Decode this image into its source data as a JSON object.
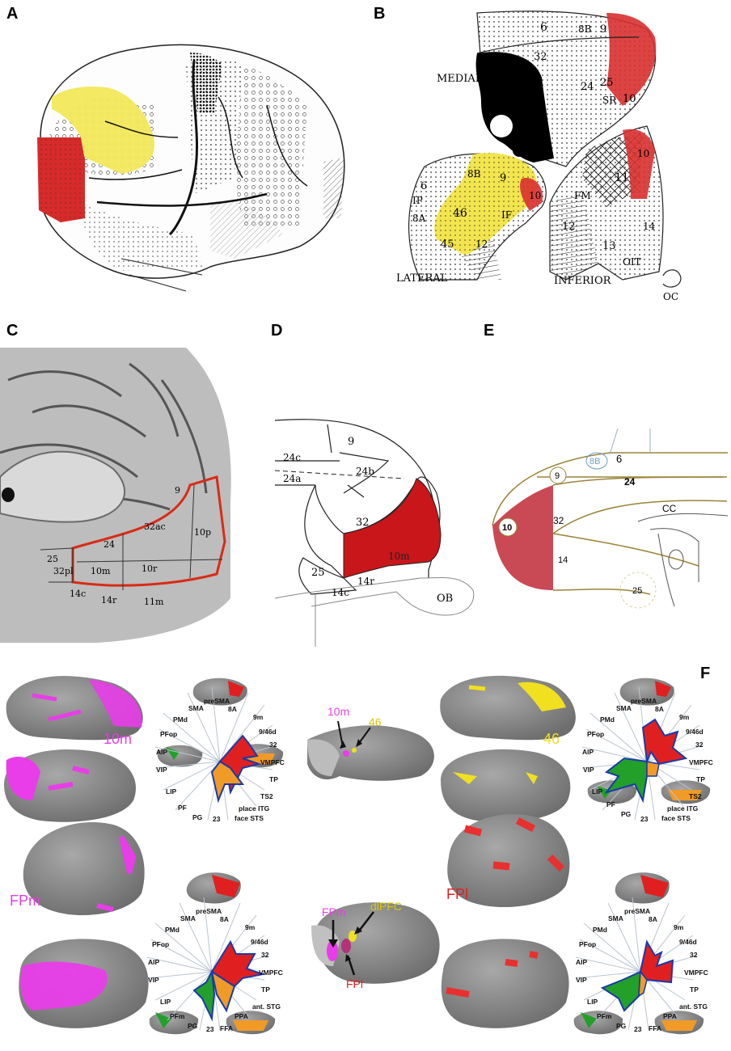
{
  "panels": {
    "A": "A",
    "B": "B",
    "C": "C",
    "D": "D",
    "E": "E",
    "F": "F"
  },
  "panelB": {
    "labels": [
      "6",
      "8B",
      "9",
      "32",
      "24",
      "25",
      "10",
      "SR",
      "MEDIAL",
      "6",
      "8B",
      "9",
      "10",
      "IP",
      "8A",
      "46",
      "IF",
      "45",
      "12",
      "LATERAL",
      "11",
      "FM",
      "12",
      "13",
      "14",
      "OIT",
      "10",
      "INFERIOR",
      "OC"
    ]
  },
  "panelC": {
    "labels": [
      "9",
      "32ac",
      "10p",
      "25",
      "24",
      "32pl",
      "10m",
      "10r",
      "14c",
      "14r",
      "11m"
    ]
  },
  "panelD": {
    "labels": [
      "9",
      "24c",
      "24b",
      "24a",
      "32",
      "10m",
      "25",
      "14r",
      "14c",
      "OB"
    ]
  },
  "panelE": {
    "labels": [
      "6",
      "8B",
      "9",
      "24",
      "CC",
      "32",
      "10",
      "14",
      "25"
    ]
  },
  "panelF": {
    "macaque_labels": {
      "m10": "10m",
      "a46": "46",
      "arrow_left": "10m",
      "arrow_right": "46"
    },
    "human_labels": {
      "fpm": "FPm",
      "fpl": "FPl",
      "arrow_fpm": "FPm",
      "arrow_dlpfc": "dlPFC",
      "arrow_fpl": "FPl"
    },
    "fingerprint_macaque": [
      "preSMA",
      "8A",
      "9m",
      "9/46d",
      "32",
      "VMPFC",
      "TP",
      "TS2",
      "place ITG",
      "face STS",
      "23",
      "PG",
      "PF",
      "LIP",
      "VIP",
      "AIP",
      "PFop",
      "PMd",
      "SMA"
    ],
    "fingerprint_human": [
      "preSMA",
      "8A",
      "9m",
      "9/46d",
      "32",
      "VMPFC",
      "TP",
      "ant. STG",
      "PPA",
      "FFA",
      "23",
      "PG",
      "PFm",
      "LIP",
      "VIP",
      "AIP",
      "PFop",
      "PMd",
      "SMA"
    ],
    "colors": {
      "magenta": "#e83de8",
      "yellow": "#f0e020",
      "red": "#e02020",
      "green": "#22a02a",
      "orange": "#f09a28",
      "blue": "#1a3aa8",
      "cortex": "#8c8c8c"
    }
  }
}
